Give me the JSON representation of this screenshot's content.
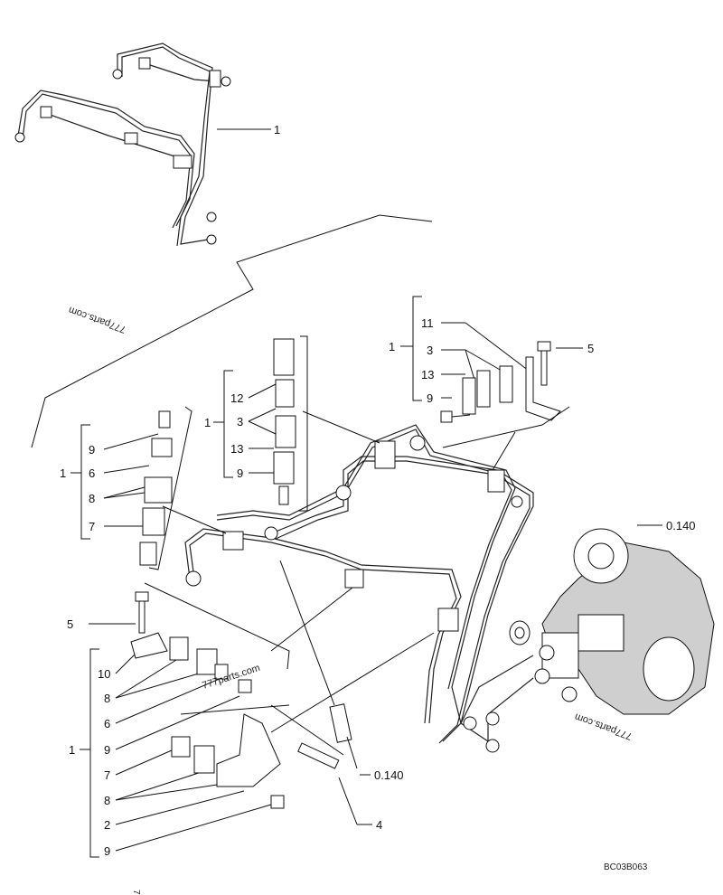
{
  "diagram": {
    "code": "BC03B063",
    "corner_mark": "7",
    "watermarks": [
      "777parts.com",
      "777parts.com",
      "777parts.com"
    ],
    "callouts": {
      "top_assembly": "1",
      "upper_right": {
        "group": "1",
        "items": [
          "11",
          "3",
          "13",
          "9"
        ],
        "bolt": "5"
      },
      "middle": {
        "group": "1",
        "items": [
          "12",
          "3",
          "13",
          "9"
        ]
      },
      "left": {
        "group": "1",
        "items": [
          "9",
          "6",
          "8",
          "7"
        ]
      },
      "lower": {
        "bolt": "5",
        "group": "1",
        "items": [
          "10",
          "8",
          "6",
          "9",
          "7",
          "8",
          "2",
          "9"
        ],
        "screw": "4"
      },
      "injector": "0.140",
      "pump": "0.140"
    }
  }
}
